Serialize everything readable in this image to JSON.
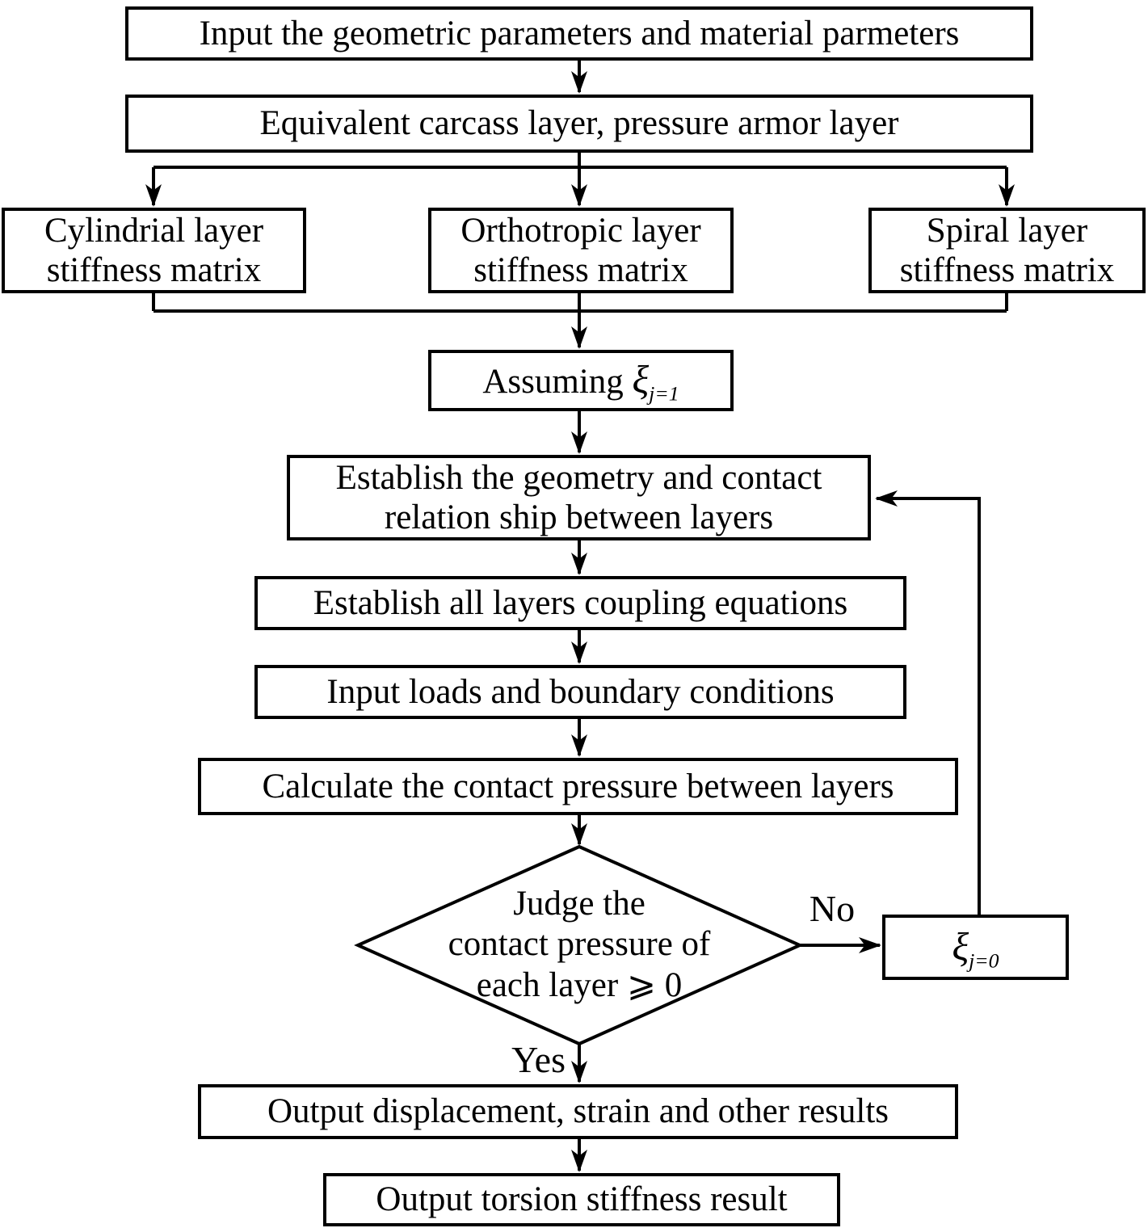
{
  "colors": {
    "stroke": "#000000",
    "box_fill": "#ffffff",
    "background": "#ffffff"
  },
  "nodes": {
    "input_params": {
      "text": "Input the geometric parameters and material parmeters"
    },
    "equivalent": {
      "text": "Equivalent carcass layer, pressure armor layer"
    },
    "cylindrical": {
      "line1": "Cylindrial layer",
      "line2": "stiffness matrix"
    },
    "orthotropic": {
      "line1": "Orthotropic layer",
      "line2": "stiffness matrix"
    },
    "spiral": {
      "line1": "Spiral layer",
      "line2": "stiffness matrix"
    },
    "assuming": {
      "prefix": "Assuming ",
      "symbol": "ξ",
      "subscript": "j=1"
    },
    "establish_geometry": {
      "line1": "Establish the geometry and contact",
      "line2": "relation ship between layers"
    },
    "establish_coupling": {
      "text": "Establish all layers coupling equations"
    },
    "input_loads": {
      "text": "Input loads and boundary conditions"
    },
    "calculate_pressure": {
      "text": "Calculate the contact pressure between layers"
    },
    "judge": {
      "line1": "Judge the",
      "line2": "contact pressure of",
      "line3": "each layer ⩾ 0"
    },
    "xi_zero": {
      "symbol": "ξ",
      "subscript": "j=0"
    },
    "output_displacement": {
      "text": "Output displacement, strain and other results"
    },
    "output_torsion": {
      "text": "Output torsion stiffness result"
    }
  },
  "labels": {
    "no": "No",
    "yes": "Yes"
  }
}
